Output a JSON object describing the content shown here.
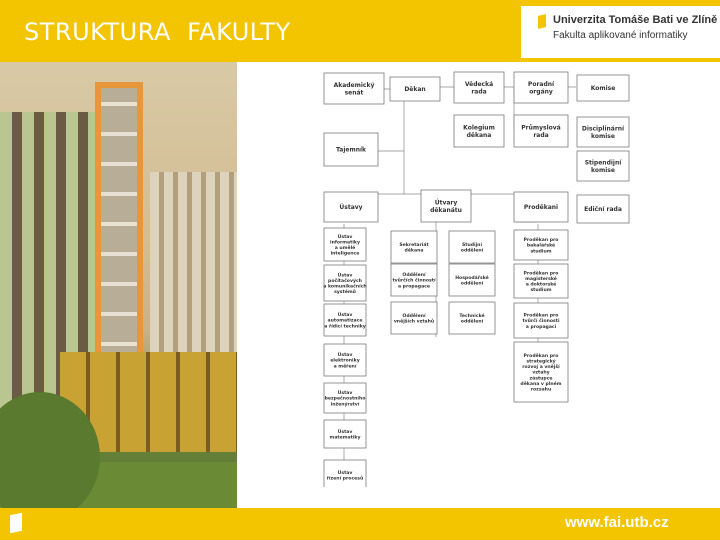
{
  "header": {
    "title": "STRUKTURA  FAKULTY",
    "logo_line1": "Univerzita Tomáše Bati ve Zlíně",
    "logo_line2": "Fakulta aplikované informatiky"
  },
  "footer": {
    "url": "www.fai.utb.cz"
  },
  "colors": {
    "accent": "#f2c500",
    "box_border": "#7a7a7a",
    "text": "#333333"
  },
  "org_chart": {
    "top_row": [
      [
        "Akademický",
        "senát"
      ],
      [
        "Děkan"
      ],
      [
        "Vědecká",
        "rada"
      ],
      [
        "Poradní",
        "orgány"
      ],
      [
        "Komise"
      ]
    ],
    "second_row": [
      [
        "Kolegium",
        "děkana"
      ],
      [
        "Průmyslová",
        "rada"
      ],
      [
        "Disciplinární",
        "komise"
      ]
    ],
    "tajemnik": [
      "Tajemník"
    ],
    "stipendijni": [
      "Stipendijní",
      "komise"
    ],
    "ustavy": [
      "Ústavy"
    ],
    "utvary": [
      "Útvary",
      "děkanátu"
    ],
    "prodekani": [
      "Proděkani"
    ],
    "edicni": [
      "Ediční rada"
    ],
    "institutes": [
      [
        "Ústav",
        "informatiky",
        "a umělé",
        "inteligence"
      ],
      [
        "Ústav",
        "počítačových",
        "a komunikačních",
        "systémů"
      ],
      [
        "Ústav",
        "automatizace",
        "a řídicí techniky"
      ],
      [
        "Ústav",
        "elektroniky",
        "a měření"
      ],
      [
        "Ústav",
        "bezpečnostního",
        "inženýrství"
      ],
      [
        "Ústav",
        "matematiky"
      ],
      [
        "Ústav",
        "řízení procesů"
      ]
    ],
    "departments_left": [
      [
        "Sekretariát",
        "děkana"
      ],
      [
        "Oddělení",
        "tvůrčích činností",
        "a propagace"
      ],
      [
        "Oddělení",
        "vnějších vztahů"
      ]
    ],
    "departments_right": [
      [
        "Studijní",
        "oddělení"
      ],
      [
        "Hospodářské",
        "oddělení"
      ],
      [
        "Technické",
        "oddělení"
      ]
    ],
    "vice_deans": [
      [
        "Proděkan pro",
        "bakalářské",
        "studium"
      ],
      [
        "Proděkan pro",
        "magisterské",
        "a doktorské",
        "studium"
      ],
      [
        "Proděkan pro",
        "tvůrčí činnosti",
        "a propagaci"
      ],
      [
        "Proděkan pro",
        "strategický",
        "rozvoj a vnější",
        "vztahy",
        "zástupce",
        "děkana v plném",
        "rozsahu"
      ]
    ]
  }
}
